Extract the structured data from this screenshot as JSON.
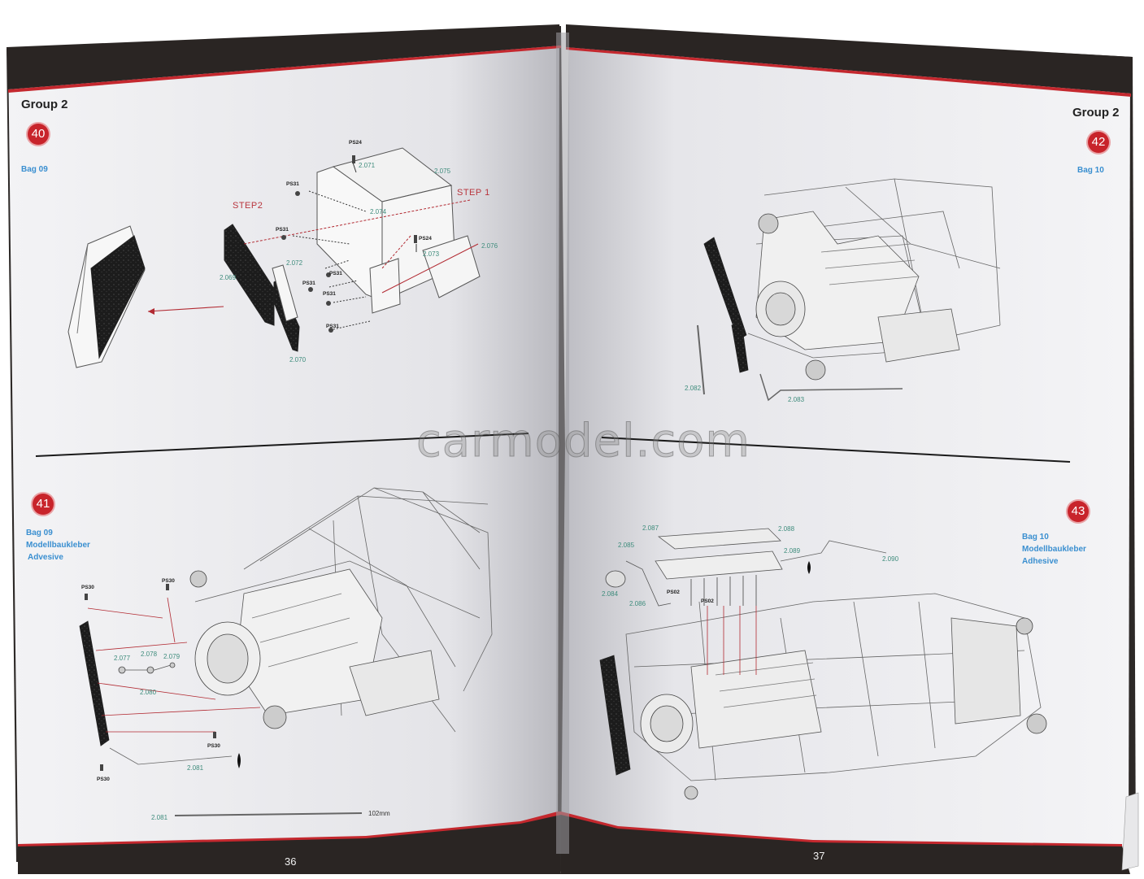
{
  "left_page": {
    "group_title": "Group 2",
    "page_number": "36",
    "step_40": {
      "number": "40",
      "bag": "Bag 09",
      "step1_label": "STEP 1",
      "step2_label": "STEP2",
      "parts": [
        "2.071",
        "2.075",
        "2.074",
        "2.072",
        "2.073",
        "2.076",
        "2.069",
        "2.070"
      ],
      "screws": [
        "PS24",
        "PS31",
        "PS31",
        "PS24",
        "PS31",
        "PS31",
        "PS31",
        "PS31"
      ]
    },
    "step_41": {
      "number": "41",
      "bag_lines": [
        "Bag 09",
        "Modellbaukleber",
        "Advesive"
      ],
      "parts": [
        "2.077",
        "2.078",
        "2.079",
        "2.080",
        "2.081"
      ],
      "screws": [
        "PS30",
        "PS30",
        "PS30",
        "PS30"
      ],
      "length_part": "2.081",
      "length_value": "102mm"
    }
  },
  "right_page": {
    "group_title": "Group 2",
    "page_number": "37",
    "step_42": {
      "number": "42",
      "bag": "Bag 10",
      "parts": [
        "2.082",
        "2.083"
      ]
    },
    "step_43": {
      "number": "43",
      "bag_lines": [
        "Bag 10",
        "Modellbaukleber",
        "Adhesive"
      ],
      "parts": [
        "2.087",
        "2.088",
        "2.085",
        "2.089",
        "2.090",
        "2.084",
        "2.086"
      ],
      "screws": [
        "PS02",
        "PS02"
      ]
    }
  },
  "watermark": "carmodel.com",
  "colors": {
    "header_band": "#2a2523",
    "header_stripe": "#c4282e",
    "badge": "#c8242b",
    "bag_text": "#3a8fd0",
    "part_text": "#3e8c7c",
    "step_label": "#b8343c"
  }
}
